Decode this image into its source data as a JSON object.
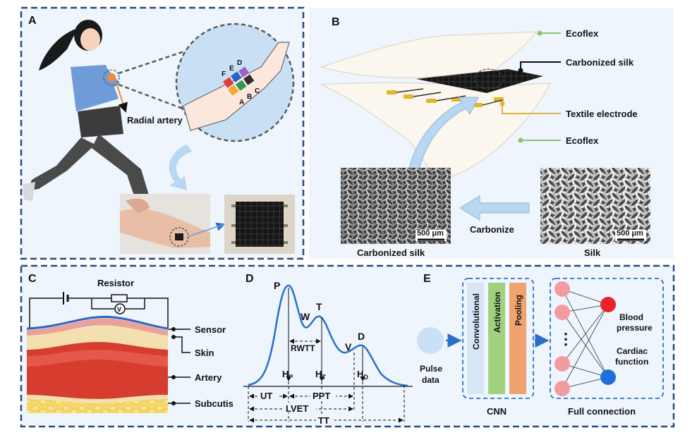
{
  "panelA": {
    "letter": "A",
    "radial_artery_label": "Radial artery",
    "sensor_letters": [
      "F",
      "E",
      "D",
      "A",
      "B",
      "C"
    ]
  },
  "panelB": {
    "letter": "B",
    "layers": [
      "Ecoflex",
      "Carbonized silk",
      "Textile electrode",
      "Ecoflex"
    ],
    "scale_bar": "500 μm",
    "carbonize_label": "Carbonize",
    "left_caption": "Carbonized silk",
    "right_caption": "Silk"
  },
  "panelC": {
    "letter": "C",
    "resistor_label": "Resistor",
    "voltmeter_label": "V",
    "tissue_labels": [
      "Sensor",
      "Skin",
      "Artery",
      "Subcutis"
    ]
  },
  "panelD": {
    "letter": "D",
    "peaks": [
      "P",
      "W",
      "T",
      "V",
      "D"
    ],
    "rwtt_label": "RWTT",
    "heights": [
      {
        "base": "H",
        "sub": "P"
      },
      {
        "base": "H",
        "sub": "T"
      },
      {
        "base": "H",
        "sub": "D"
      }
    ],
    "intervals": [
      "UT",
      "PPT",
      "LVET",
      "TT"
    ]
  },
  "panelE": {
    "letter": "E",
    "input_label_line1": "Pulse",
    "input_label_line2": "data",
    "cnn_layers": [
      "Convolutional",
      "Activation",
      "Pooling"
    ],
    "cnn_label": "CNN",
    "fc_label": "Full connection",
    "output1_line1": "Blood",
    "output1_line2": "pressure",
    "output2_line1": "Cardiac",
    "output2_line2": "function",
    "ellipsis": "⋮"
  },
  "colors": {
    "dash_border": "#2b4a7e",
    "panel_bg": "#eef5fc",
    "pulse_curve": "#2b6fc9",
    "conv": "#d6e6f7",
    "activation": "#9fd17e",
    "pooling": "#f0a36e",
    "neuron_hidden": "#f29ca2",
    "output_red": "#e8232a",
    "output_blue": "#1f6fd8"
  }
}
